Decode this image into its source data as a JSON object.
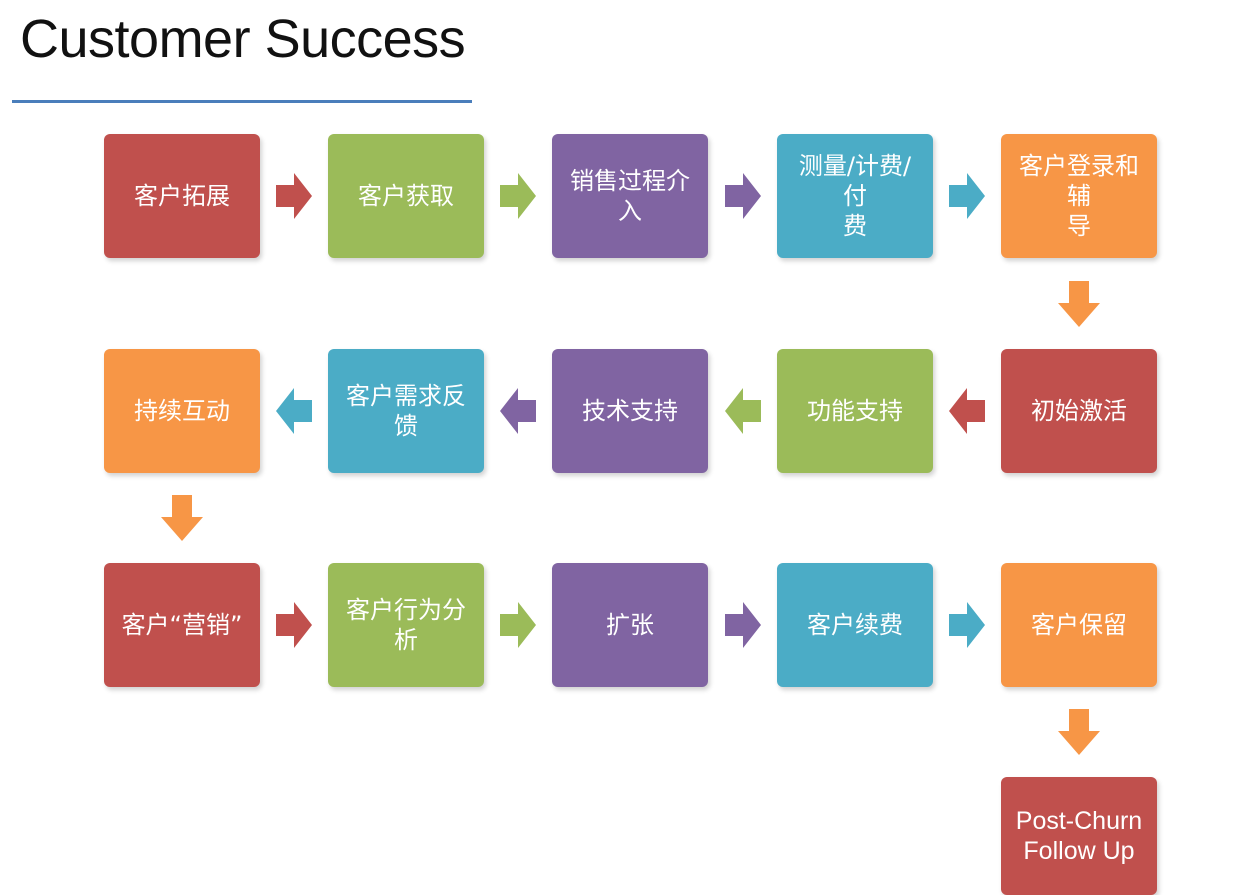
{
  "title": "Customer Success",
  "colors": {
    "red": "#c0504d",
    "green": "#9bbb59",
    "purple": "#8064a2",
    "teal": "#4bacc6",
    "orange": "#f79646",
    "rule": "#4a7ebb"
  },
  "steps": [
    {
      "label": "客户拓展",
      "color": "red"
    },
    {
      "label": "客户获取",
      "color": "green"
    },
    {
      "label": "销售过程介入",
      "color": "purple"
    },
    {
      "label": "测量/计费/付费",
      "color": "teal"
    },
    {
      "label": "客户登录和辅导",
      "color": "orange"
    },
    {
      "label": "初始激活",
      "color": "red"
    },
    {
      "label": "功能支持",
      "color": "green"
    },
    {
      "label": "技术支持",
      "color": "purple"
    },
    {
      "label": "客户需求反馈",
      "color": "teal"
    },
    {
      "label": "持续互动",
      "color": "orange"
    },
    {
      "label": "客户“营销”",
      "color": "red"
    },
    {
      "label": "客户行为分析",
      "color": "green"
    },
    {
      "label": "扩张",
      "color": "purple"
    },
    {
      "label": "客户续费",
      "color": "teal"
    },
    {
      "label": "客户保留",
      "color": "orange"
    },
    {
      "label": "Post-Churn Follow Up",
      "color": "red"
    }
  ],
  "arrows": [
    {
      "direction": "right",
      "color": "red"
    },
    {
      "direction": "right",
      "color": "green"
    },
    {
      "direction": "right",
      "color": "purple"
    },
    {
      "direction": "right",
      "color": "teal"
    },
    {
      "direction": "down",
      "color": "orange"
    },
    {
      "direction": "left",
      "color": "red"
    },
    {
      "direction": "left",
      "color": "green"
    },
    {
      "direction": "left",
      "color": "purple"
    },
    {
      "direction": "left",
      "color": "teal"
    },
    {
      "direction": "down",
      "color": "orange"
    },
    {
      "direction": "right",
      "color": "red"
    },
    {
      "direction": "right",
      "color": "green"
    },
    {
      "direction": "right",
      "color": "purple"
    },
    {
      "direction": "right",
      "color": "teal"
    },
    {
      "direction": "down",
      "color": "orange"
    }
  ]
}
